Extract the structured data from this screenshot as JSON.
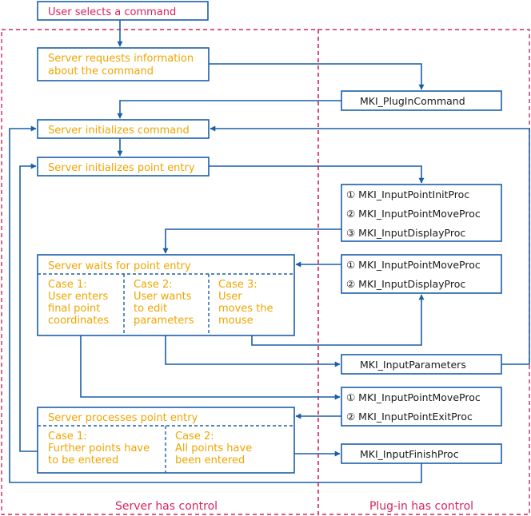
{
  "colors": {
    "blue": "#1a5fa8",
    "red": "#d6245a",
    "orange": "#f0a500",
    "black": "#1a1a1a"
  },
  "server": {
    "user_selects": "User selects a command",
    "requests_info": [
      "Server requests information",
      "about the command"
    ],
    "init_command": "Server initializes command",
    "init_point_entry": "Server initializes point entry",
    "waits_title": "Server waits for point entry",
    "wait_cases": [
      [
        "Case 1:",
        "User enters",
        "final point",
        "coordinates"
      ],
      [
        "Case 2:",
        "User wants",
        "to edit",
        "parameters"
      ],
      [
        "Case 3:",
        "User",
        "moves the",
        "mouse"
      ]
    ],
    "processes_title": "Server processes point entry",
    "process_cases": [
      [
        "Case 1:",
        "Further points have",
        "to be entered"
      ],
      [
        "Case 2:",
        "All points have",
        "been entered"
      ]
    ]
  },
  "plugin": {
    "plugin_command": "MKI_PlugInCommand",
    "init_group": [
      "① MKI_InputPointInitProc",
      "② MKI_InputPointMoveProc",
      "③ MKI_InputDisplayProc"
    ],
    "move_group": [
      "① MKI_InputPointMoveProc",
      "② MKI_InputDisplayProc"
    ],
    "parameters": "MKI_InputParameters",
    "exit_group": [
      "① MKI_InputPointMoveProc",
      "② MKI_InputPointExitProc"
    ],
    "finish": "MKI_InputFinishProc"
  },
  "footer": {
    "server_control": "Server has control",
    "plugin_control": "Plug-in has control"
  }
}
